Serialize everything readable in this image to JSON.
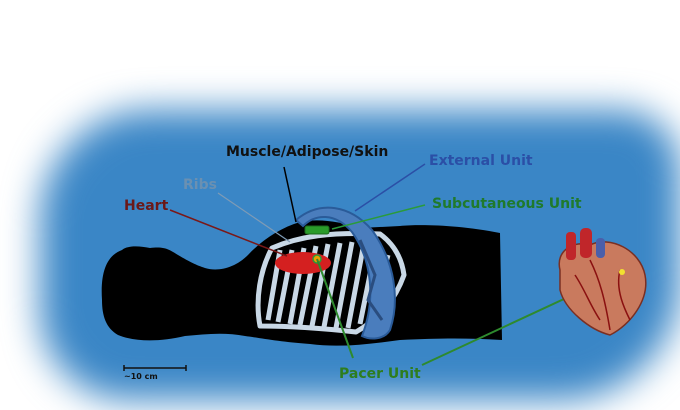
{
  "labels": {
    "muscle": "Muscle/Adipose/Skin",
    "external": "External Unit",
    "ribs": "Ribs",
    "subcutaneous": "Subcutaneous Unit",
    "heart": "Heart",
    "pacer": "Pacer Unit"
  },
  "scale_bar": "~10 cm",
  "colors": {
    "background": "#3a86c6",
    "muscle": "#111111",
    "external": "#2b4fa6",
    "ribs": "#6a90b2",
    "subcutaneous": "#1f7a2c",
    "heart": "#6b1818",
    "pacer": "#2e7d1e"
  }
}
